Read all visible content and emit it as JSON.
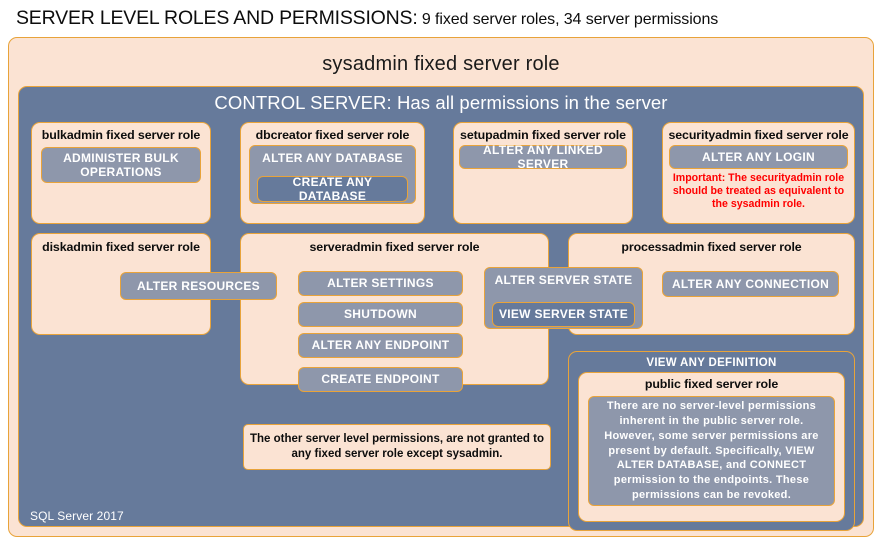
{
  "heading": {
    "main": "SERVER LEVEL ROLES AND PERMISSIONS:",
    "sub": " 9 fixed server roles, 34 server permissions"
  },
  "diagram": {
    "sysadmin_role_title": "sysadmin fixed server role",
    "control_server_title": "CONTROL SERVER: Has all permissions in the server",
    "footer": "SQL Server 2017",
    "other_permissions_note": "The other server level permissions, are not granted to any fixed server role except sysadmin.",
    "roles": {
      "bulkadmin": {
        "title": "bulkadmin fixed server role",
        "permissions": [
          "ADMINISTER  BULK OPERATIONS"
        ]
      },
      "dbcreator": {
        "title": "dbcreator fixed server role",
        "permissions": [
          "ALTER ANY DATABASE",
          "CREATE ANY DATABASE"
        ]
      },
      "setupadmin": {
        "title": "setupadmin fixed server role",
        "permissions": [
          "ALTER ANY LINKED SERVER"
        ]
      },
      "securityadmin": {
        "title": "securityadmin fixed server role",
        "permissions": [
          "ALTER ANY LOGIN"
        ],
        "warning": "Important: The securityadmin role should be treated as equivalent to the sysadmin role."
      },
      "diskadmin": {
        "title": "diskadmin fixed server role",
        "permissions": [
          "ALTER RESOURCES"
        ]
      },
      "serveradmin": {
        "title": "serveradmin fixed server role",
        "permissions": [
          "ALTER SETTINGS",
          "SHUTDOWN",
          "ALTER ANY ENDPOINT",
          "CREATE ENDPOINT",
          "ALTER SERVER STATE",
          "VIEW SERVER STATE"
        ]
      },
      "processadmin": {
        "title": "processadmin fixed server role",
        "permissions": [
          "ALTER ANY CONNECTION"
        ]
      },
      "public": {
        "outer_permission": "VIEW ANY DEFINITION",
        "title": "public fixed server role",
        "note": "There are no server-level permissions inherent in the public server role. However, some server permissions are present by default. Specifically, VIEW ALTER DATABASE, and CONNECT permission to the endpoints. These permissions can be revoked."
      }
    }
  },
  "colors": {
    "peach_fill": "#fbe3d3",
    "gold_border": "#e8a33a",
    "slate_panel": "#667a9b",
    "permission_fill": "#8e97ab",
    "warning_red": "#ff0000",
    "heading_text": "#0d0d0d"
  }
}
